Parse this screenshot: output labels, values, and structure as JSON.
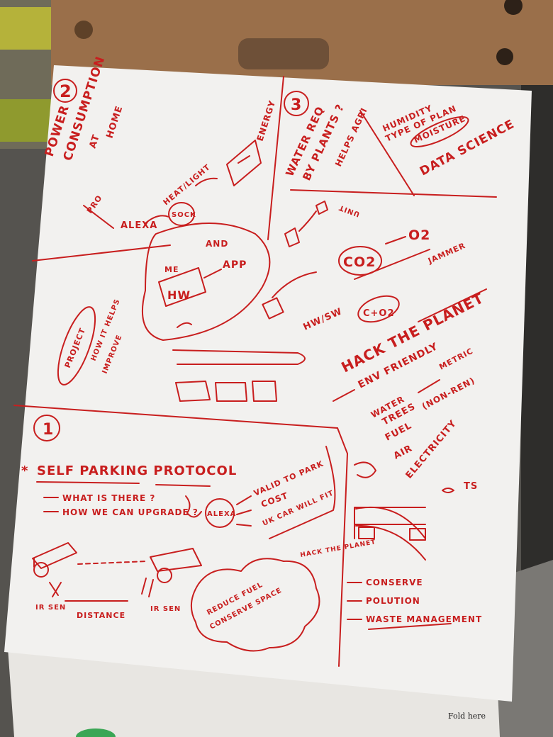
{
  "fold_label": "Fold here",
  "colors": {
    "ink": "#c81e1e",
    "paper": "#f2f1ef",
    "board": "#9a6f4a",
    "wall": "#6b6a66"
  },
  "section_power": {
    "number": "2",
    "title_line1": "POWER",
    "title_line2": "CONSUMPTION",
    "title_line3": "AT",
    "title_line4": "HOME",
    "energy": "ENERGY",
    "heat_light": "HEAT/LIGHT",
    "alexa": "ALEXA",
    "pro": "PRO",
    "sock": "SOCK",
    "and": "AND",
    "app": "APP",
    "hw": "HW",
    "me": "ME",
    "project": "PROJECT",
    "how_it_helps": "HOW IT HELPS",
    "improve": "IMPROVE"
  },
  "section_water": {
    "number": "3",
    "water_req": "WATER REQ",
    "by_plants": "BY PLANTS ?",
    "helps_agri": "HELPS AGRI",
    "humidity": "HUMIDITY",
    "type_of_plant": "TYPE OF PLAN",
    "moisture": "MOISTURE",
    "data_science": "DATA SCIENCE",
    "unit": "UNIT"
  },
  "section_hack": {
    "co2": "CO2",
    "o2": "O2",
    "jammer": "JAMMER",
    "hw_sw": "HW/SW",
    "c_o2": "C+O2",
    "hack_the_planet": "HACK THE PLANET",
    "env_friendly": "ENV FRIENDLY",
    "water": "WATER",
    "trees": "TREES",
    "metric": "METRIC",
    "fuel": "FUEL",
    "non_ren": "(NON-REN)",
    "air": "AIR",
    "electricity": "ELECTRICITY",
    "ts": "TS",
    "conserve": "CONSERVE",
    "pollution": "POLUTION",
    "waste_management": "WASTE MANAGEMENT",
    "hack_the_planet_small": "HACK THE PLANET"
  },
  "section_parking": {
    "number": "1",
    "title": "SELF PARKING PROTOCOL",
    "what_is_there": "WHAT IS THERE ?",
    "how_we_can_upgrade": "HOW WE CAN UPGRADE ?",
    "alexa": "ALEXA",
    "valid_to_park": "VALID TO PARK",
    "cost": "COST",
    "uk_car_will_fit": "UK CAR WILL FIT",
    "ir_sen_left": "IR SEN",
    "distance": "DISTANCE",
    "ir_sen_right": "IR SEN",
    "reduce_fuel": "REDUCE FUEL",
    "conserve_space": "CONSERVE SPACE"
  }
}
